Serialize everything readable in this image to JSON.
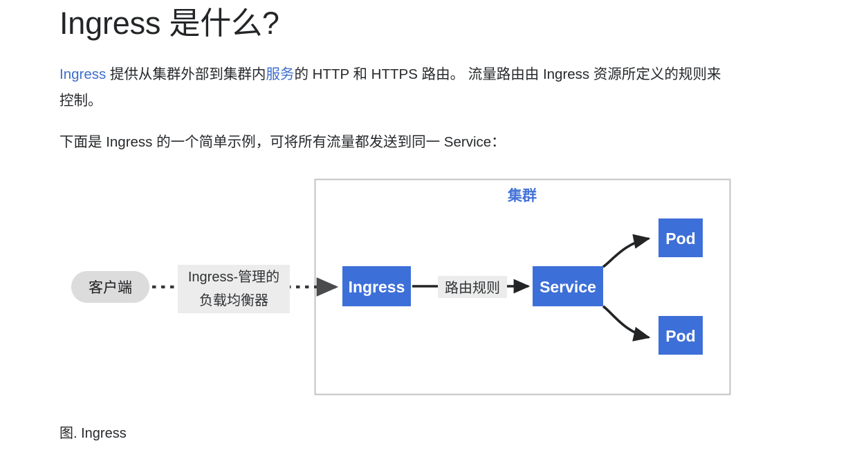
{
  "document": {
    "title": "Ingress 是什么?",
    "paragraphs": [
      {
        "id": "intro",
        "segments": [
          {
            "text": "Ingress",
            "link": true
          },
          {
            "text": " 提供从集群外部到集群内",
            "link": false
          },
          {
            "text": "服务",
            "link": true
          },
          {
            "text": "的 HTTP 和 HTTPS 路由。 流量路由由 Ingress 资源所定义的规则来控制。",
            "link": false
          }
        ]
      },
      {
        "id": "example-lead",
        "segments": [
          {
            "text": "下面是 Ingress 的一个简单示例，可将所有流量都发送到同一 Service：",
            "link": false
          }
        ]
      }
    ],
    "figure_caption": "图. Ingress"
  },
  "diagram": {
    "cluster_label": "集群",
    "client_node": "客户端",
    "edge_labels": {
      "client_to_ingress": "Ingress-管理的\n负载均衡器",
      "client_to_ingress_line1": "Ingress-管理的",
      "client_to_ingress_line2": "负载均衡器",
      "ingress_to_service": "路由规则"
    },
    "nodes": [
      {
        "id": "ingress",
        "label": "Ingress"
      },
      {
        "id": "service",
        "label": "Service"
      },
      {
        "id": "pod-top",
        "label": "Pod"
      },
      {
        "id": "pod-bottom",
        "label": "Pod"
      }
    ]
  },
  "colors": {
    "node_blue": "#3d6fd8",
    "cluster_label_blue": "#4273d8",
    "link_blue": "#3c6ecc",
    "client_fill": "#dcdcdc",
    "edge_label_bg": "#ececec",
    "cluster_border": "#c3c3c6",
    "text": "#26282b",
    "page_bg": "#ffffff"
  }
}
